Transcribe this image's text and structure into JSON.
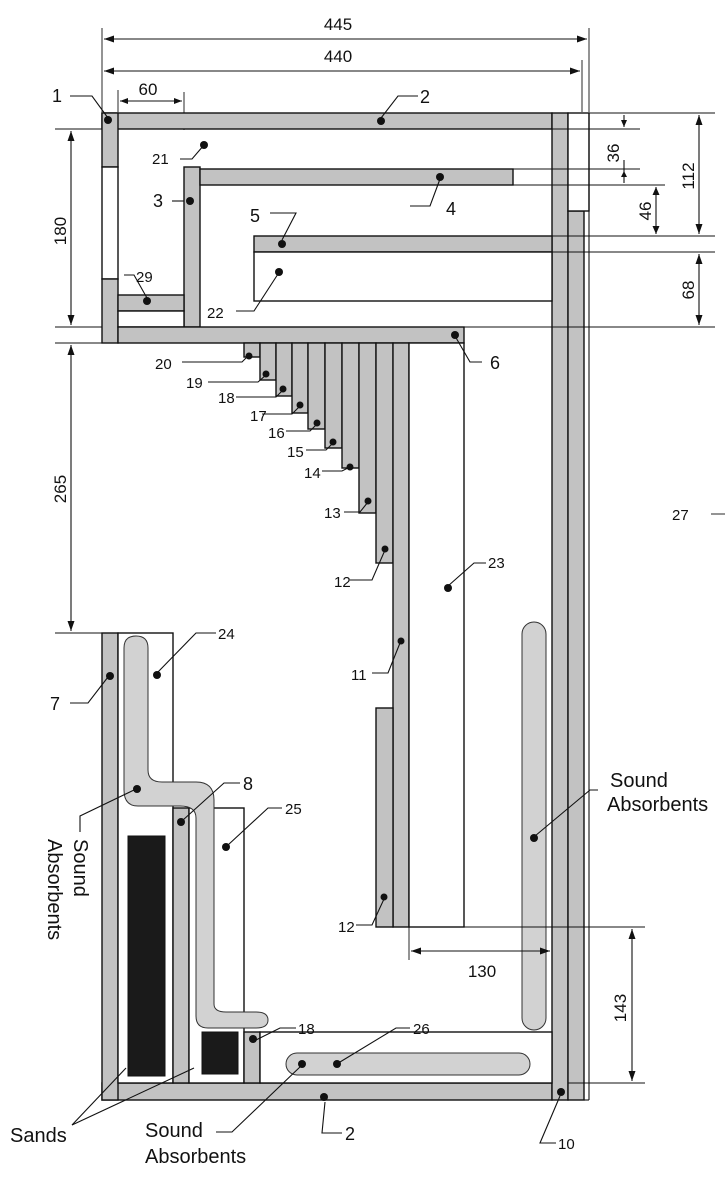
{
  "dimensions": {
    "overall_width": "445",
    "inner_width": "440",
    "top_offset": "60",
    "left_upper": "180",
    "left_middle": "265",
    "right_36": "36",
    "right_46": "46",
    "right_112": "112",
    "right_68": "68",
    "bottom_130": "130",
    "bottom_143": "143"
  },
  "parts": {
    "p1": "1",
    "p2_top": "2",
    "p2_bottom": "2",
    "p3": "3",
    "p4": "4",
    "p5": "5",
    "p6": "6",
    "p7": "7",
    "p8": "8",
    "p10": "10",
    "p11": "11",
    "p12_upper": "12",
    "p12_lower": "12",
    "p13": "13",
    "p14": "14",
    "p15": "15",
    "p16": "16",
    "p17": "17",
    "p18_comb": "18",
    "p18_bottom": "18",
    "p19": "19",
    "p20": "20",
    "p21": "21",
    "p22": "22",
    "p23": "23",
    "p24": "24",
    "p25": "25",
    "p26": "26",
    "p27": "27",
    "p29": "29"
  },
  "labels": {
    "sound_right_1": "Sound",
    "sound_right_2": "Absorbents",
    "sound_left_1": "Sound",
    "sound_left_2": "Absorbents",
    "sound_bottom_1": "Sound",
    "sound_bottom_2": "Absorbents",
    "sands": "Sands"
  }
}
